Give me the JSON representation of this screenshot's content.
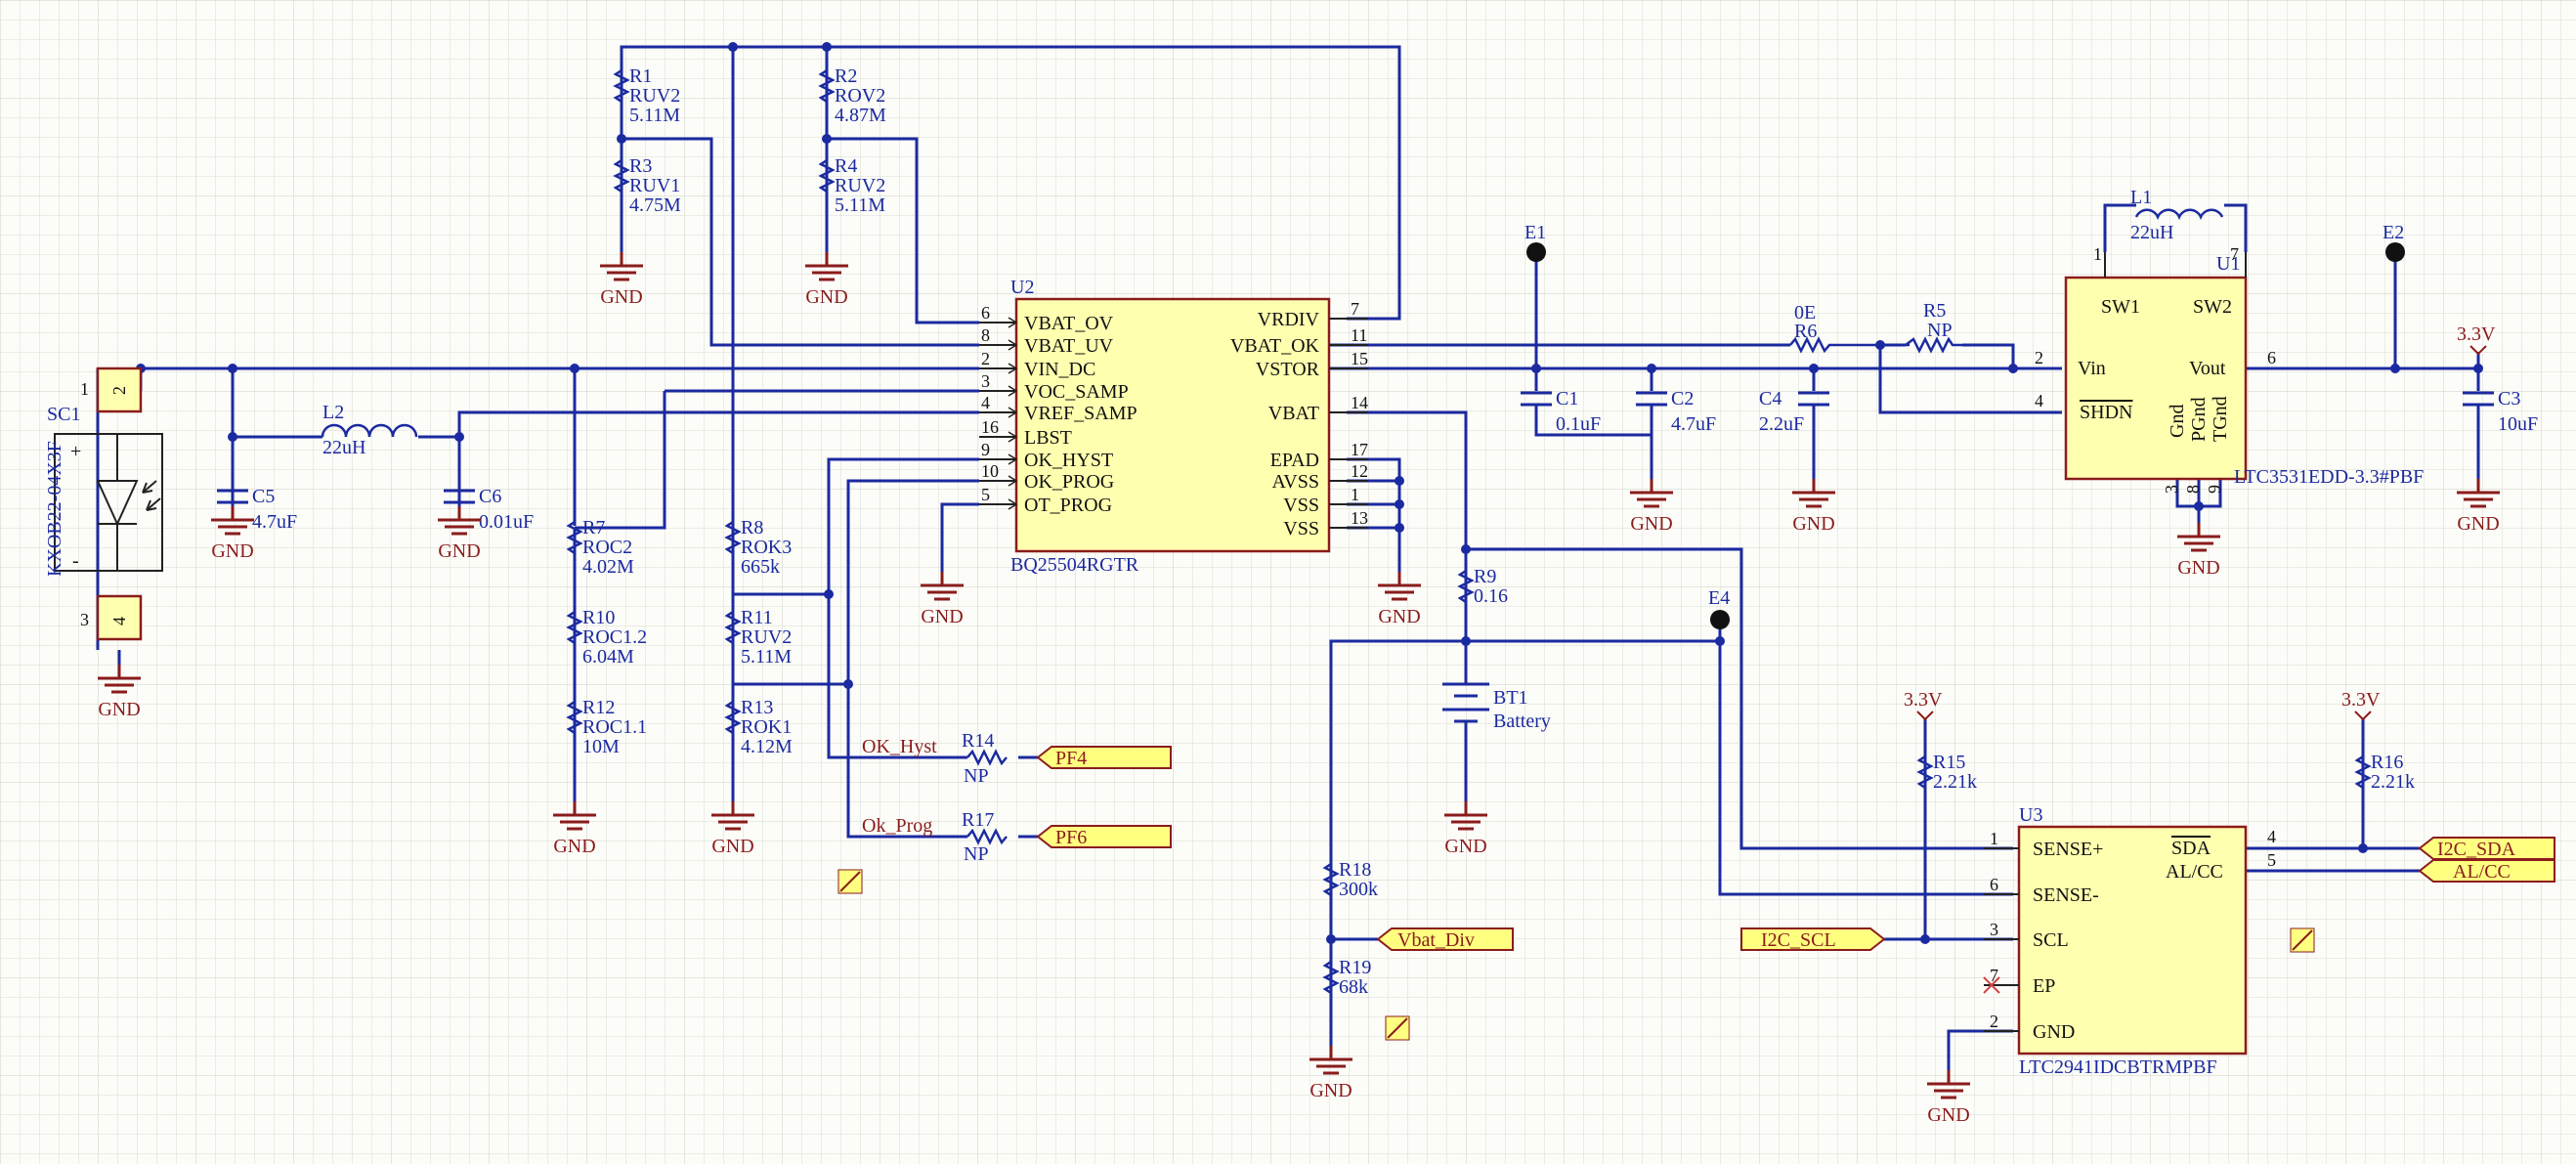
{
  "components": {
    "r1": {
      "ref": "R1",
      "value": "RUV2",
      "value2": "5.11M"
    },
    "r2": {
      "ref": "R2",
      "value": "ROV2",
      "value2": "4.87M"
    },
    "r3": {
      "ref": "R3",
      "value": "RUV1",
      "value2": "4.75M"
    },
    "r4": {
      "ref": "R4",
      "value": "RUV2",
      "value2": "5.11M"
    },
    "r5": {
      "ref": "R5",
      "value": "NP"
    },
    "r6": {
      "ref": "R6",
      "value": "0E"
    },
    "r7": {
      "ref": "R7",
      "value": "ROC2",
      "value2": "4.02M"
    },
    "r8": {
      "ref": "R8",
      "value": "ROK3",
      "value2": "665k"
    },
    "r9": {
      "ref": "R9",
      "value": "0.16"
    },
    "r10": {
      "ref": "R10",
      "value": "ROC1.2",
      "value2": "6.04M"
    },
    "r11": {
      "ref": "R11",
      "value": "RUV2",
      "value2": "5.11M"
    },
    "r12": {
      "ref": "R12",
      "value": "ROC1.1",
      "value2": "10M"
    },
    "r13": {
      "ref": "R13",
      "value": "ROK1",
      "value2": "4.12M"
    },
    "r14": {
      "ref": "R14",
      "value": "NP"
    },
    "r15": {
      "ref": "R15",
      "value": "2.21k"
    },
    "r16": {
      "ref": "R16",
      "value": "2.21k"
    },
    "r17": {
      "ref": "R17",
      "value": "NP"
    },
    "r18": {
      "ref": "R18",
      "value": "300k"
    },
    "r19": {
      "ref": "R19",
      "value": "68k"
    },
    "c1": {
      "ref": "C1",
      "value": "0.1uF"
    },
    "c2": {
      "ref": "C2",
      "value": "4.7uF"
    },
    "c3": {
      "ref": "C3",
      "value": "10uF"
    },
    "c4": {
      "ref": "C4",
      "value": "2.2uF"
    },
    "c5": {
      "ref": "C5",
      "value": "4.7uF"
    },
    "c6": {
      "ref": "C6",
      "value": "0.01uF"
    },
    "l1": {
      "ref": "L1",
      "value": "22uH"
    },
    "l2": {
      "ref": "L2",
      "value": "22uH"
    },
    "bt1": {
      "ref": "BT1",
      "value": "Battery"
    },
    "sc1": {
      "ref": "SC1",
      "value": "KXOB22-04X3F"
    },
    "e1": {
      "ref": "E1"
    },
    "e2": {
      "ref": "E2"
    },
    "e4": {
      "ref": "E4"
    }
  },
  "u2": {
    "ref": "U2",
    "part": "BQ25504RGTR",
    "left_pins": [
      {
        "num": "6",
        "name": "VBAT_OV"
      },
      {
        "num": "8",
        "name": "VBAT_UV"
      },
      {
        "num": "2",
        "name": "VIN_DC"
      },
      {
        "num": "3",
        "name": "VOC_SAMP"
      },
      {
        "num": "4",
        "name": "VREF_SAMP"
      },
      {
        "num": "16",
        "name": "LBST"
      },
      {
        "num": "9",
        "name": "OK_HYST"
      },
      {
        "num": "10",
        "name": "OK_PROG"
      },
      {
        "num": "5",
        "name": "OT_PROG"
      }
    ],
    "right_pins": [
      {
        "num": "7",
        "name": "VRDIV"
      },
      {
        "num": "11",
        "name": "VBAT_OK"
      },
      {
        "num": "15",
        "name": "VSTOR"
      },
      {
        "num": "14",
        "name": "VBAT"
      },
      {
        "num": "17",
        "name": "EPAD"
      },
      {
        "num": "12",
        "name": "AVSS"
      },
      {
        "num": "1",
        "name": "VSS"
      },
      {
        "num": "13",
        "name": "VSS"
      }
    ]
  },
  "u1": {
    "ref": "U1",
    "part": "LTC3531EDD-3.3#PBF",
    "pins": {
      "sw1": "SW1",
      "sw2": "SW2",
      "vin": "Vin",
      "vout": "Vout",
      "shdn": "SHDN",
      "gnd": "Gnd",
      "pgnd": "PGnd",
      "tgnd": "TGnd"
    },
    "pin_nums": {
      "sw1": "1",
      "sw2": "7",
      "vin": "2",
      "shdn": "4",
      "vout": "6",
      "p3": "3",
      "p8": "8",
      "p9": "9"
    }
  },
  "u3": {
    "ref": "U3",
    "part": "LTC2941IDCBTRMPBF",
    "left_pins": [
      {
        "num": "1",
        "name": "SENSE+"
      },
      {
        "num": "6",
        "name": "SENSE-"
      },
      {
        "num": "3",
        "name": "SCL"
      },
      {
        "num": "7",
        "name": "EP"
      },
      {
        "num": "2",
        "name": "GND"
      }
    ],
    "right_pins": [
      {
        "num": "4",
        "name": "SDA"
      },
      {
        "num": "5",
        "name": "AL/CC"
      }
    ]
  },
  "sc1_pins": {
    "p1": "1",
    "p2": "2",
    "p3": "3",
    "p4": "4",
    "plus": "+",
    "minus": "-"
  },
  "gnd_label": "GND",
  "rail_label": "3.3V",
  "net_labels": {
    "ok_hyst": "OK_Hyst",
    "ok_prog": "Ok_Prog"
  },
  "ports": {
    "pf4": "PF4",
    "pf6": "PF6",
    "vbat_div": "Vbat_Div",
    "i2c_scl": "I2C_SCL",
    "i2c_sda": "I2C_SDA",
    "al_cc": "AL/CC"
  }
}
